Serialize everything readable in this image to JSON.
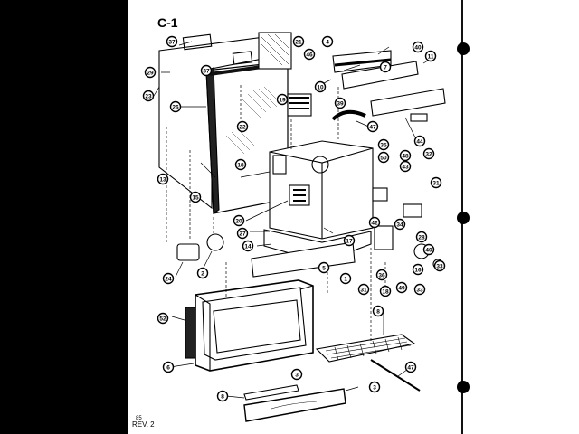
{
  "sheet": {
    "label": "C-1",
    "revision": "REV. 2",
    "revision_stamp": "85"
  },
  "parts": [
    {
      "id": "p37a",
      "number": "37"
    },
    {
      "id": "p21",
      "number": "21"
    },
    {
      "id": "p4",
      "number": "4"
    },
    {
      "id": "p40a",
      "number": "40"
    },
    {
      "id": "p29",
      "number": "29"
    },
    {
      "id": "p46",
      "number": "46"
    },
    {
      "id": "p7",
      "number": "7"
    },
    {
      "id": "p11",
      "number": "11"
    },
    {
      "id": "p37b",
      "number": "37"
    },
    {
      "id": "p23",
      "number": "23"
    },
    {
      "id": "p10",
      "number": "10"
    },
    {
      "id": "p19",
      "number": "19"
    },
    {
      "id": "p26",
      "number": "26"
    },
    {
      "id": "p39",
      "number": "39"
    },
    {
      "id": "p22",
      "number": "22"
    },
    {
      "id": "p47a",
      "number": "47"
    },
    {
      "id": "p44",
      "number": "44"
    },
    {
      "id": "p18",
      "number": "18"
    },
    {
      "id": "p35",
      "number": "35"
    },
    {
      "id": "p48",
      "number": "48"
    },
    {
      "id": "p50",
      "number": "50"
    },
    {
      "id": "p43",
      "number": "43"
    },
    {
      "id": "p32",
      "number": "32"
    },
    {
      "id": "p13",
      "number": "13"
    },
    {
      "id": "p15",
      "number": "15"
    },
    {
      "id": "p31",
      "number": "31"
    },
    {
      "id": "p20",
      "number": "20"
    },
    {
      "id": "p34",
      "number": "34"
    },
    {
      "id": "p28",
      "number": "28"
    },
    {
      "id": "p27",
      "number": "27"
    },
    {
      "id": "p42",
      "number": "42"
    },
    {
      "id": "p14",
      "number": "14"
    },
    {
      "id": "p17",
      "number": "17"
    },
    {
      "id": "p40b",
      "number": "40"
    },
    {
      "id": "p5",
      "number": "5"
    },
    {
      "id": "p33a",
      "number": "33"
    },
    {
      "id": "p1",
      "number": "1"
    },
    {
      "id": "p16",
      "number": "16"
    },
    {
      "id": "p24",
      "number": "24"
    },
    {
      "id": "p2",
      "number": "2"
    },
    {
      "id": "p31b",
      "number": "31"
    },
    {
      "id": "p36",
      "number": "36"
    },
    {
      "id": "p18b",
      "number": "18"
    },
    {
      "id": "p49",
      "number": "49"
    },
    {
      "id": "p33b",
      "number": "33"
    },
    {
      "id": "p52",
      "number": "52"
    },
    {
      "id": "p8a",
      "number": "8"
    },
    {
      "id": "p6",
      "number": "6"
    },
    {
      "id": "p3a",
      "number": "3"
    },
    {
      "id": "p47b",
      "number": "47"
    },
    {
      "id": "p8b",
      "number": "8"
    },
    {
      "id": "p3b",
      "number": "3"
    }
  ],
  "colors": {
    "ink": "#000000",
    "paper": "#ffffff",
    "background": "#000000"
  }
}
